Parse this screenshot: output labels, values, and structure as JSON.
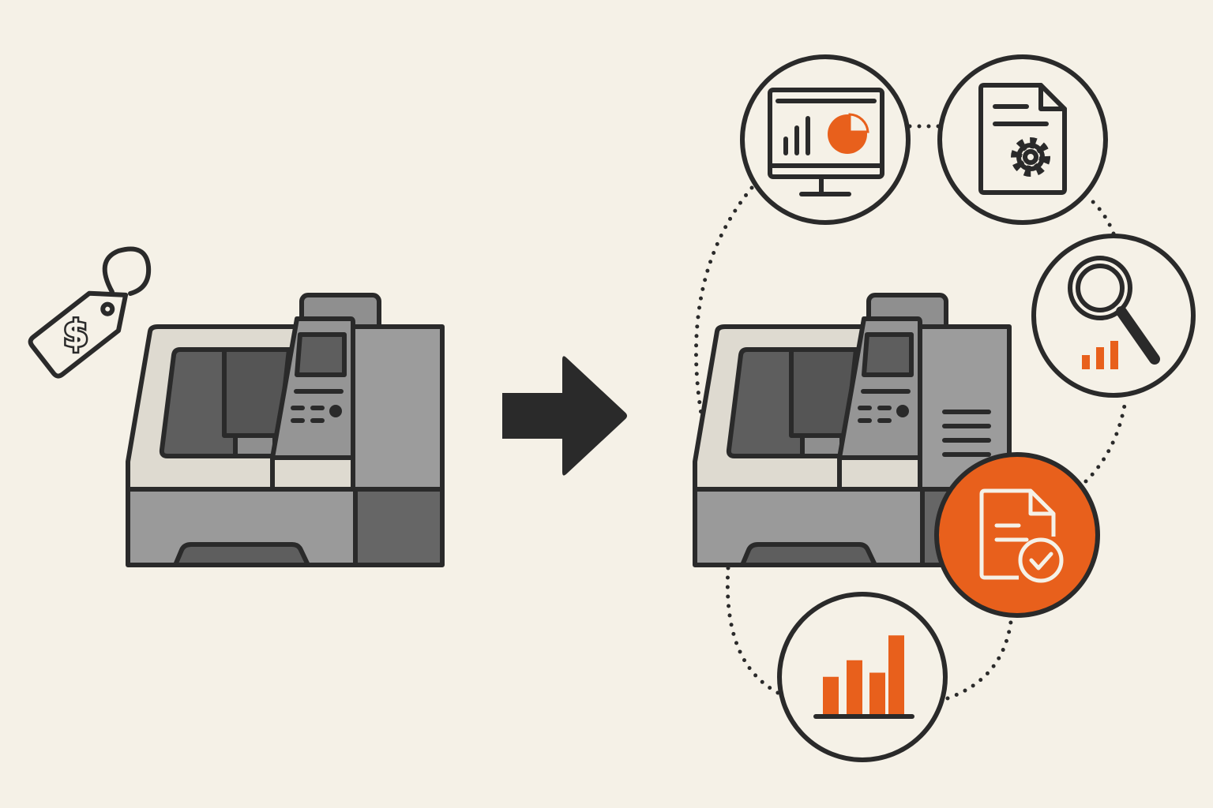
{
  "colors": {
    "background": "#f5f1e7",
    "accent": "#e8601c",
    "outline": "#2a2a2a",
    "cream": "#dedad0",
    "gray": "#9a9a9a",
    "dark_gray": "#666666"
  },
  "price_tag": {
    "symbol": "$",
    "icon": "price-tag-icon"
  },
  "arrow": {
    "icon": "arrow-right-icon"
  },
  "icons": [
    "monitor-chart-icon",
    "document-gear-icon",
    "magnifier-chart-icon",
    "document-check-icon",
    "bar-chart-icon"
  ],
  "bar_chart": {
    "values": [
      0.45,
      0.65,
      0.5,
      0.95
    ]
  },
  "magnifier_bars": {
    "values": [
      0.4,
      0.65,
      0.9
    ]
  }
}
